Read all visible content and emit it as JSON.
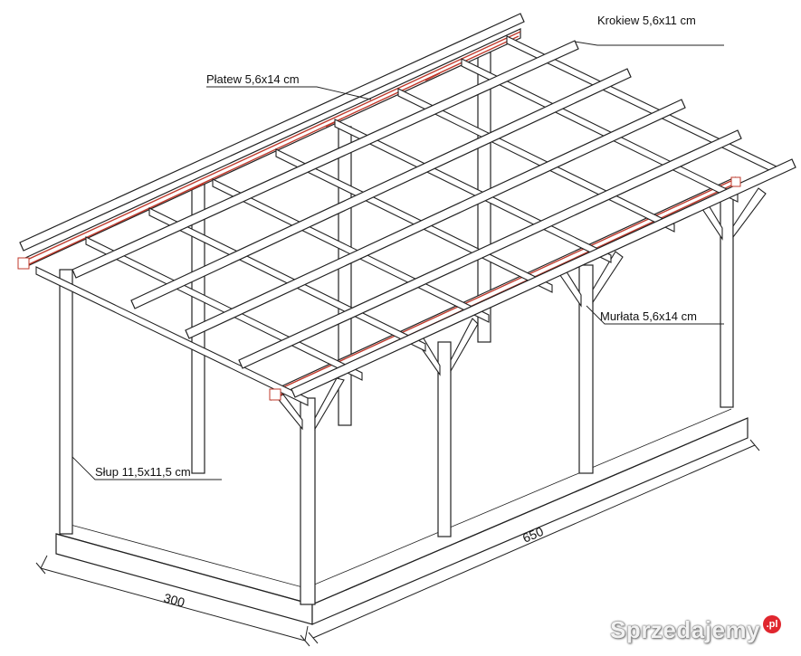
{
  "labels": {
    "rafter": "Krokiew 5,6x11 cm",
    "purlin": "Płatew 5,6x14 cm",
    "wall_plate": "Murłata 5,6x14 cm",
    "post": "Słup 11,5x11,5 cm"
  },
  "dimensions": {
    "width": "300",
    "length": "650"
  },
  "watermark": {
    "text": "Sprzedajemy",
    "badge": ".pl"
  },
  "colors": {
    "line": "#222222",
    "accent": "#c0392b",
    "background": "#ffffff"
  }
}
